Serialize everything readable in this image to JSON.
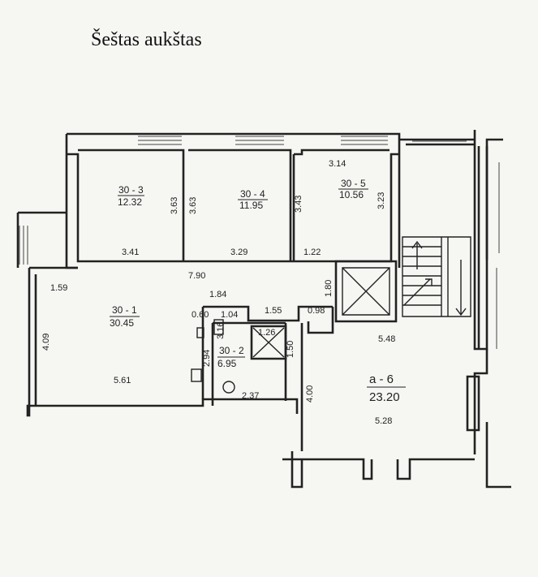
{
  "title": "Šeštas aukštas",
  "rooms": [
    {
      "id": "30 - 3",
      "area": "12.32"
    },
    {
      "id": "30 - 4",
      "area": "11.95"
    },
    {
      "id": "30 - 5",
      "area": "10.56"
    },
    {
      "id": "30 - 1",
      "area": "30.45"
    },
    {
      "id": "30 - 2",
      "area": "6.95"
    },
    {
      "id": "a - 6",
      "area": "23.20"
    }
  ],
  "dimensions": [
    "3.63",
    "3.63",
    "3.43",
    "3.23",
    "3.14",
    "3.41",
    "3.29",
    "1.22",
    "7.90",
    "1.59",
    "1.84",
    "1.80",
    "0.60",
    "1.04",
    "1.55",
    "0.98",
    "3.16",
    "2.94",
    "1.26",
    "1.50",
    "4.09",
    "5.61",
    "2.37",
    "4.00",
    "5.48",
    "5.28"
  ]
}
